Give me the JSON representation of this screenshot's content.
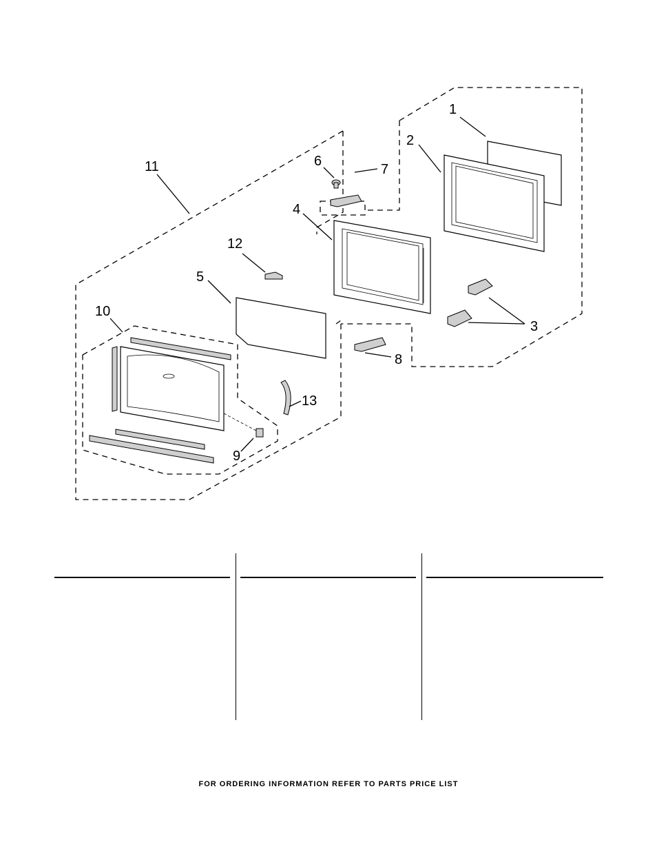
{
  "callouts": {
    "c1": "1",
    "c2": "2",
    "c3": "3",
    "c4": "4",
    "c5": "5",
    "c6": "6",
    "c7": "7",
    "c8": "8",
    "c9": "9",
    "c10": "10",
    "c11": "11",
    "c12": "12",
    "c13": "13"
  },
  "footer": "FOR ORDERING INFORMATION REFER TO PARTS PRICE LIST"
}
